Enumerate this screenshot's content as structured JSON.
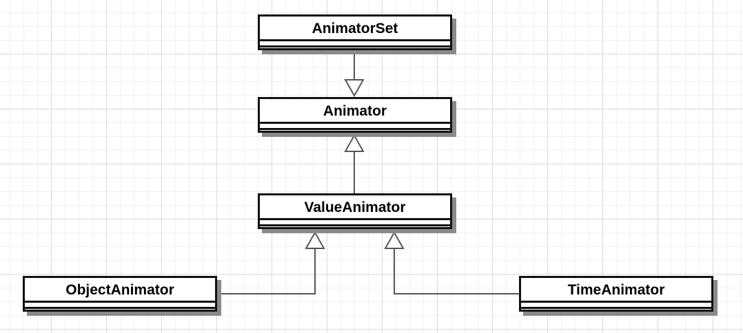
{
  "diagram": {
    "classes": {
      "animator_set": "AnimatorSet",
      "animator": "Animator",
      "value_animator": "ValueAnimator",
      "object_animator": "ObjectAnimator",
      "time_animator": "TimeAnimator"
    },
    "relations": [
      {
        "from": "AnimatorSet",
        "to": "Animator",
        "type": "generalization"
      },
      {
        "from": "ValueAnimator",
        "to": "Animator",
        "type": "generalization"
      },
      {
        "from": "ObjectAnimator",
        "to": "ValueAnimator",
        "type": "generalization"
      },
      {
        "from": "TimeAnimator",
        "to": "ValueAnimator",
        "type": "generalization"
      }
    ],
    "colors": {
      "line": "#555555",
      "border": "#111111",
      "shadow": "#8a8a8a",
      "grid": "#d5d9e0"
    }
  }
}
